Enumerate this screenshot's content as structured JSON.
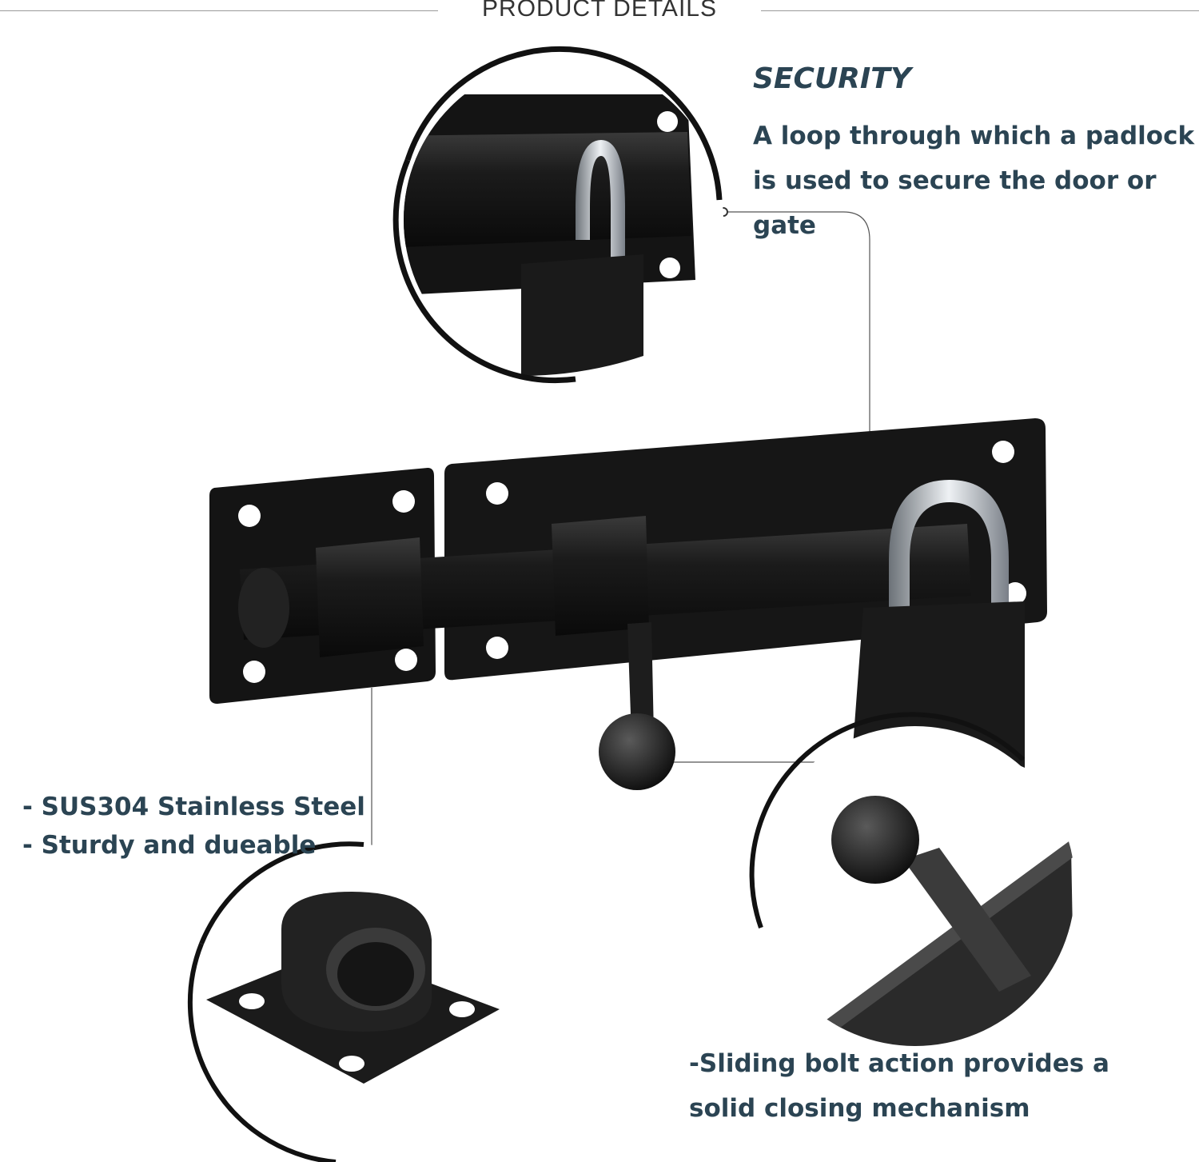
{
  "header": {
    "title": "PRODUCT DETAILS"
  },
  "security": {
    "title": "SECURITY",
    "description": "A loop through which a padlock is used to secure the door or gate"
  },
  "material": {
    "lines": [
      "- SUS304 Stainless Steel",
      "- Sturdy and dueable"
    ]
  },
  "mechanism": {
    "description": "-Sliding bolt action provides a solid closing mechanism"
  },
  "icons": [
    "padlock-icon",
    "bolt-latch-icon",
    "keeper-icon",
    "knob-icon"
  ],
  "colors": {
    "text": "#2b4453",
    "metal": "#1a1a1a",
    "chrome": "#c8ccd0"
  }
}
